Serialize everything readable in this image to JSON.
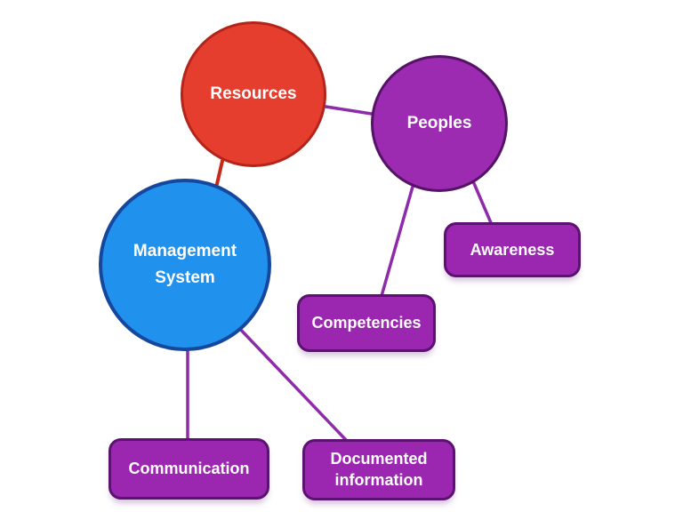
{
  "diagram": {
    "background": "#ffffff",
    "text_color": "#ffffff",
    "nodes": [
      {
        "id": "resources",
        "label": "Resources",
        "shape": "circle",
        "fill": "#e63e2e",
        "border": "#b3241a"
      },
      {
        "id": "peoples",
        "label": "Peoples",
        "shape": "circle",
        "fill": "#9c2bb1",
        "border": "#541366"
      },
      {
        "id": "management-system",
        "label": "Management System",
        "shape": "circle",
        "fill": "#2191ee",
        "border": "#15489c"
      },
      {
        "id": "awareness",
        "label": "Awareness",
        "shape": "rounded-rect",
        "fill": "#9b27b0",
        "border": "#5b1270"
      },
      {
        "id": "competencies",
        "label": "Competencies",
        "shape": "rounded-rect",
        "fill": "#9b27b0",
        "border": "#5b1270"
      },
      {
        "id": "communication",
        "label": "Communication",
        "shape": "rounded-rect",
        "fill": "#9b27b0",
        "border": "#5b1270"
      },
      {
        "id": "documented-information",
        "label": "Documented information",
        "shape": "rounded-rect",
        "fill": "#9b27b0",
        "border": "#5b1270"
      }
    ],
    "edges": [
      {
        "from": "resources",
        "to": "peoples",
        "color": "#8e2ba8"
      },
      {
        "from": "resources",
        "to": "management-system",
        "color": "#c5291c"
      },
      {
        "from": "peoples",
        "to": "awareness",
        "color": "#8e2ba8"
      },
      {
        "from": "peoples",
        "to": "competencies",
        "color": "#8e2ba8"
      },
      {
        "from": "management-system",
        "to": "communication",
        "color": "#8e2ba8"
      },
      {
        "from": "management-system",
        "to": "documented-information",
        "color": "#8e2ba8"
      }
    ]
  }
}
